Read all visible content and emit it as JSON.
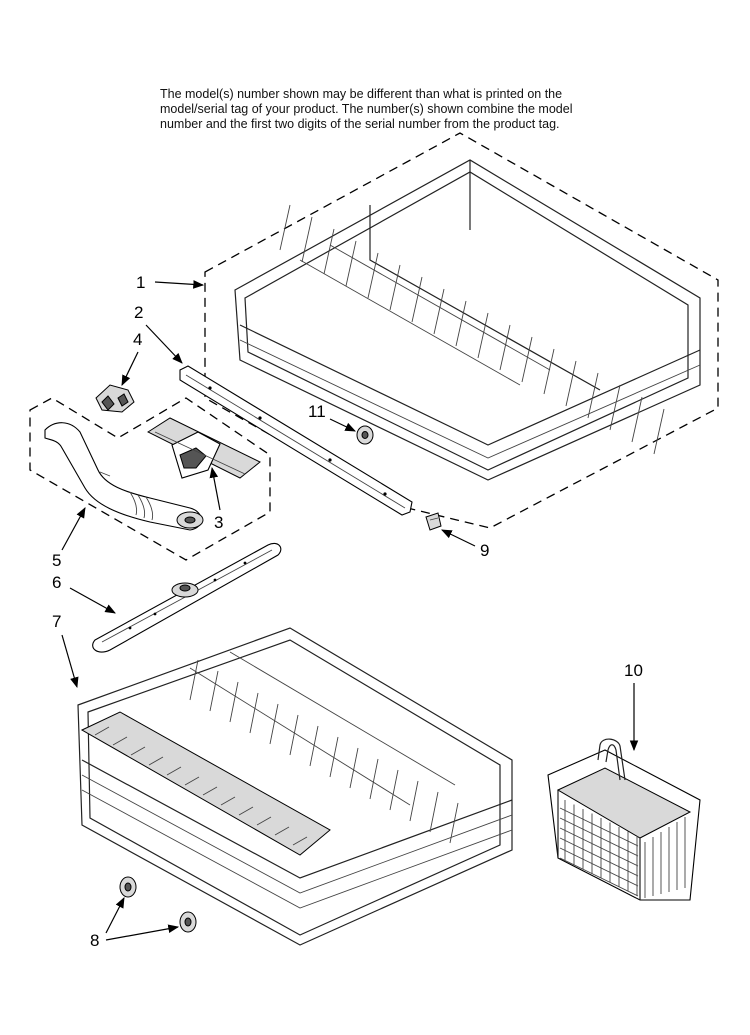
{
  "note": {
    "lines": [
      "The model(s) number shown may be different than what is printed on the",
      "model/serial tag of your product. The number(s) shown combine the model",
      "number and the first two digits of the serial number from the product tag."
    ]
  },
  "callouts": {
    "c1": "1",
    "c2": "2",
    "c3": "3",
    "c4": "4",
    "c5": "5",
    "c6": "6",
    "c7": "7",
    "c8": "8",
    "c9": "9",
    "c10": "10",
    "c11": "11"
  }
}
